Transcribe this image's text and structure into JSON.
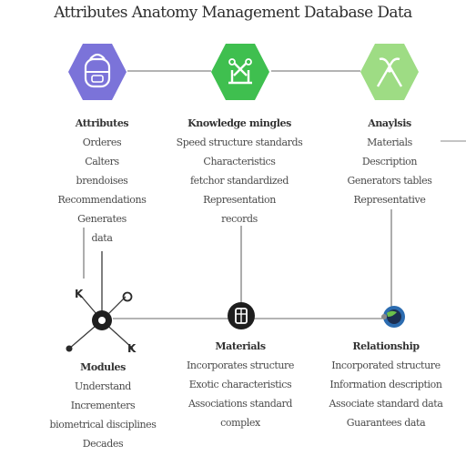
{
  "title": "Attributes Anatomy Management Database Data",
  "colors": {
    "hex_purple": "#7b73d9",
    "hex_green": "#3fbf4f",
    "hex_lightgreen": "#9edc84",
    "wire": "#5b5b5b",
    "node_dark": "#1e1e1e",
    "node_blue": "#2c6cb0"
  },
  "top_nodes": [
    {
      "icon": "backpack-icon",
      "color": "#7b73d9"
    },
    {
      "icon": "scissors-bench-icon",
      "color": "#3fbf4f"
    },
    {
      "icon": "tongs-icon",
      "color": "#9edc84"
    }
  ],
  "columns_top": [
    {
      "lines": [
        "Attributes",
        "Orderes",
        "Calters",
        "brendoises",
        "Recommendations",
        "Generates",
        "data"
      ]
    },
    {
      "lines": [
        "Knowledge mingles",
        "Speed structure standards",
        "Characteristics",
        "fetchor standardized",
        "Representation",
        "records"
      ]
    },
    {
      "lines": [
        "Anaylsis",
        "Materials",
        "Description",
        "Generators tables",
        "Representative"
      ]
    }
  ],
  "bottom_nodes": [
    {
      "icon": "hub-node-icon"
    },
    {
      "icon": "database-node-icon"
    },
    {
      "icon": "globe-node-icon"
    }
  ],
  "columns_bottom": [
    {
      "lines": [
        "Modules",
        "Understand",
        "Incrementers",
        "biometrical disciplines",
        "Decades"
      ]
    },
    {
      "lines": [
        "Materials",
        "Incorporates structure",
        "Exotic characteristics",
        "Associations standard",
        "complex"
      ]
    },
    {
      "lines": [
        "Relationship",
        "Incorporated structure",
        "Information description",
        "Associate standard data",
        "Guarantees data"
      ]
    }
  ]
}
